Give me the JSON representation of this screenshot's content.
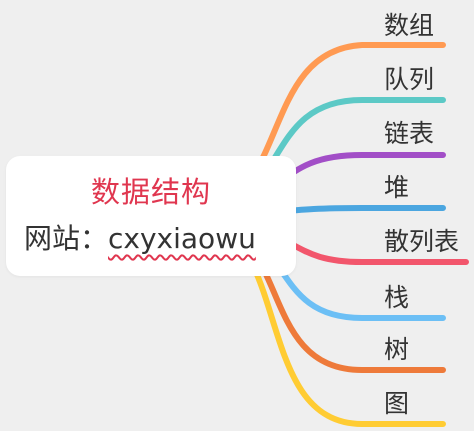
{
  "root": {
    "title": "数据结构",
    "subtitle_prefix": "网站：",
    "subtitle_url": "cxyxiaowu"
  },
  "branches": [
    {
      "label": "数组",
      "color": "#ff9a52"
    },
    {
      "label": "队列",
      "color": "#5cc9c6"
    },
    {
      "label": "链表",
      "color": "#a24ec7"
    },
    {
      "label": "堆",
      "color": "#4ba6e0"
    },
    {
      "label": "散列表",
      "color": "#f2566c"
    },
    {
      "label": "栈",
      "color": "#6cbff5"
    },
    {
      "label": "树",
      "color": "#ee7a3a"
    },
    {
      "label": "图",
      "color": "#ffcc33"
    }
  ]
}
